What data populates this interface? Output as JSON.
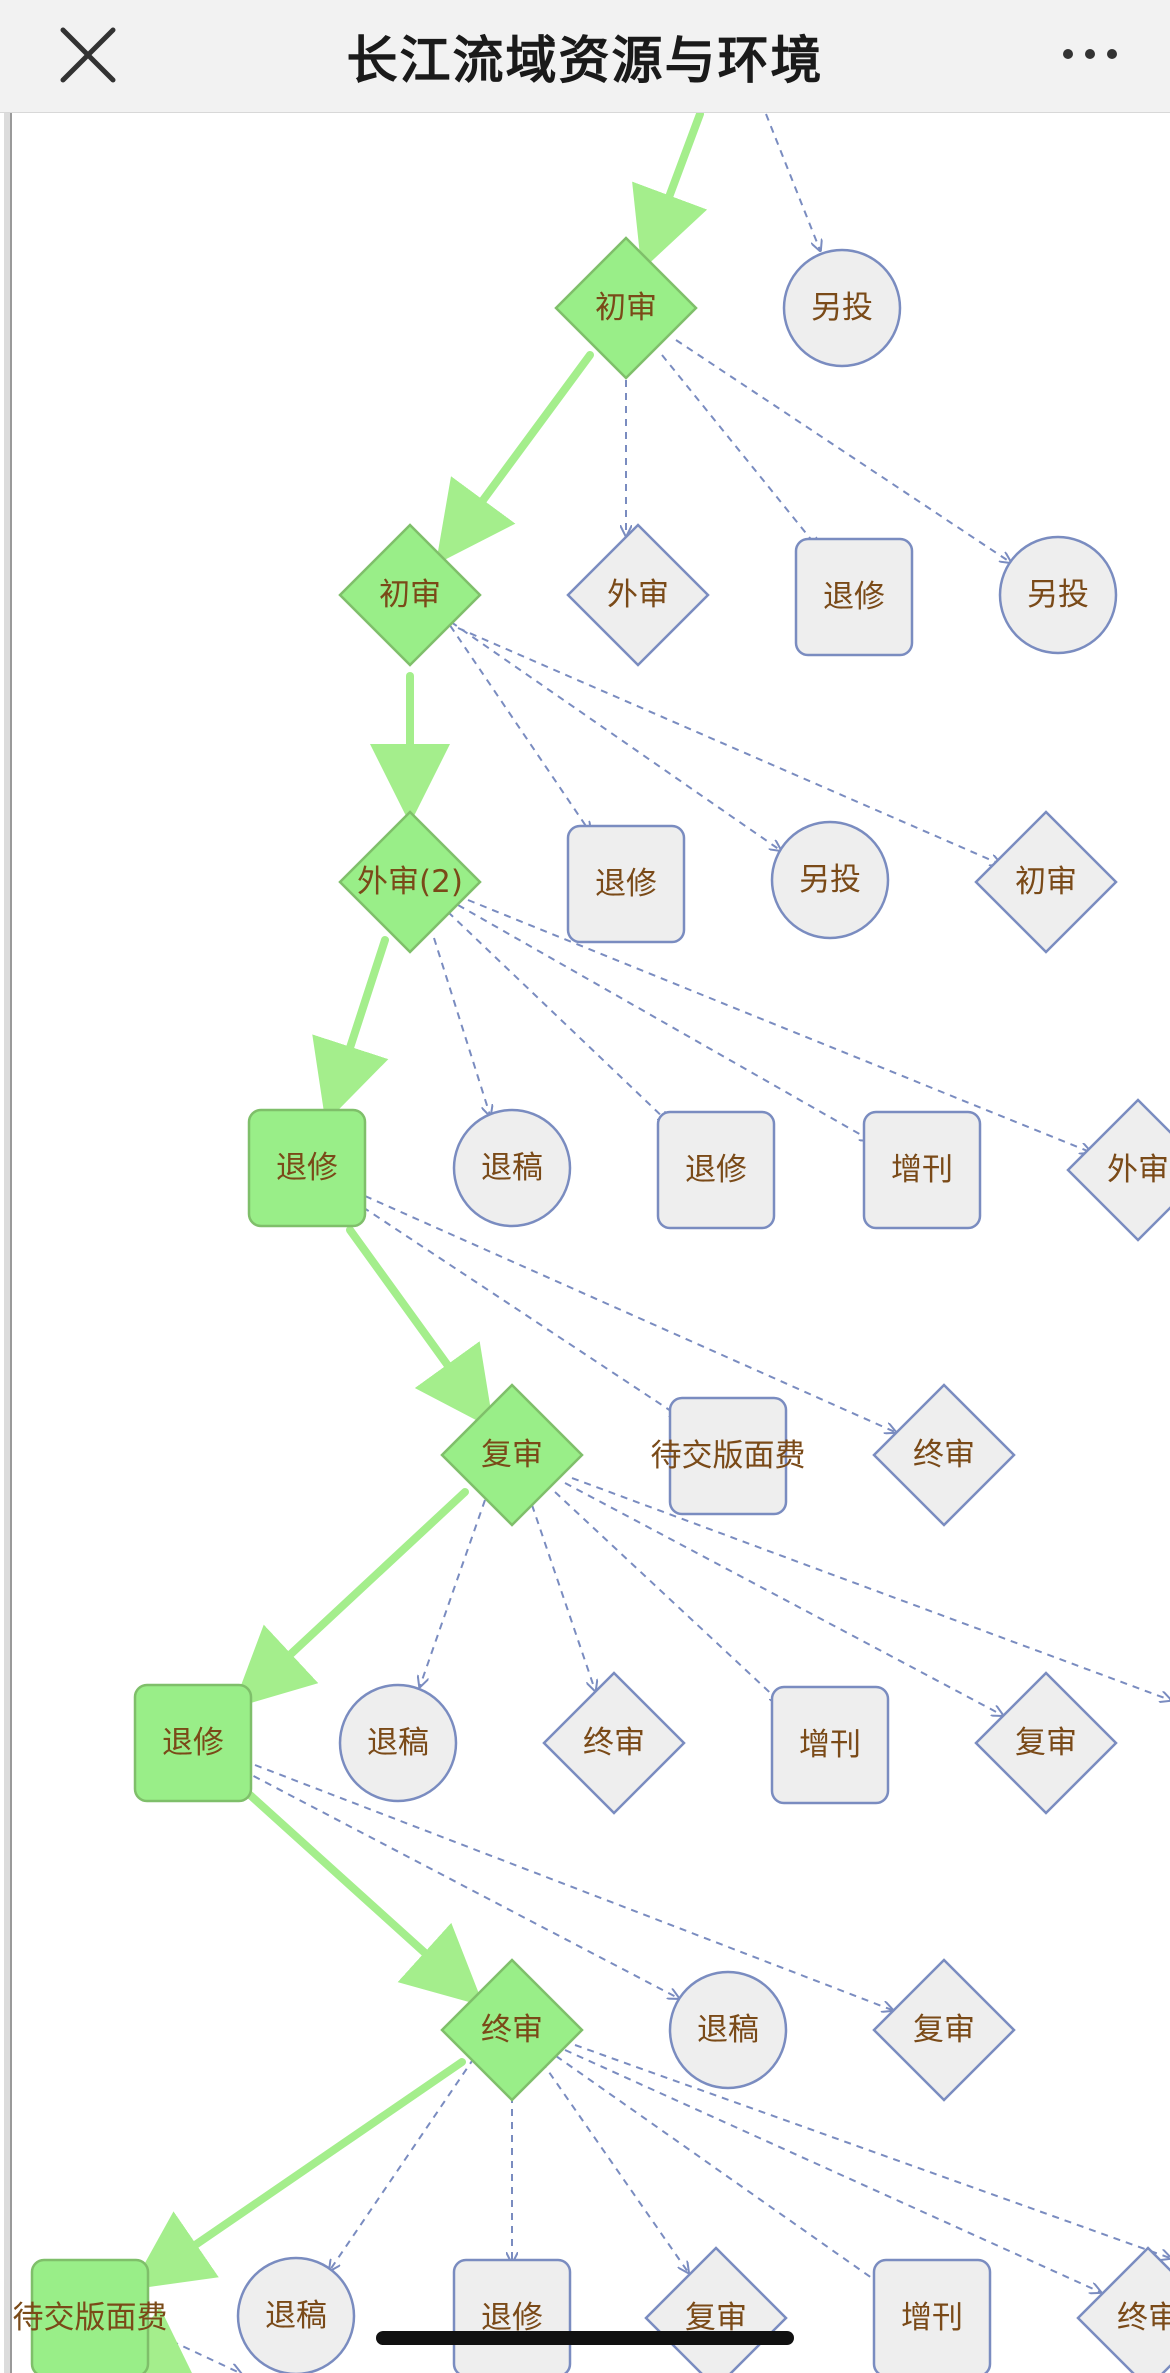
{
  "header": {
    "title": "长江流域资源与环境",
    "close_icon": "close-icon",
    "more_icon": "more-icon"
  },
  "colors": {
    "active_fill": "#99ee88",
    "active_stroke": "#7fbf6a",
    "active_edge": "#a4ee8c",
    "inactive_fill": "#eeeeee",
    "inactive_stroke": "#7a8cc0",
    "dashed_edge": "#7a8cc0",
    "label_text": "#7a4a18"
  },
  "flow": {
    "nodes": [
      {
        "id": "n1",
        "label": "初审",
        "shape": "diamond",
        "active": true
      },
      {
        "id": "n2",
        "label": "另投",
        "shape": "circle",
        "active": false
      },
      {
        "id": "n3",
        "label": "初审",
        "shape": "diamond",
        "active": true
      },
      {
        "id": "n4",
        "label": "外审",
        "shape": "diamond",
        "active": false
      },
      {
        "id": "n5",
        "label": "退修",
        "shape": "rect",
        "active": false
      },
      {
        "id": "n6",
        "label": "另投",
        "shape": "circle",
        "active": false
      },
      {
        "id": "n7",
        "label": "外审(2)",
        "shape": "diamond",
        "active": true
      },
      {
        "id": "n8",
        "label": "退修",
        "shape": "rect",
        "active": false
      },
      {
        "id": "n9",
        "label": "另投",
        "shape": "circle",
        "active": false
      },
      {
        "id": "n10",
        "label": "初审",
        "shape": "diamond",
        "active": false
      },
      {
        "id": "n11",
        "label": "退修",
        "shape": "rect",
        "active": true
      },
      {
        "id": "n12",
        "label": "退稿",
        "shape": "circle",
        "active": false
      },
      {
        "id": "n13",
        "label": "退修",
        "shape": "rect",
        "active": false
      },
      {
        "id": "n14",
        "label": "增刊",
        "shape": "rect",
        "active": false
      },
      {
        "id": "n15",
        "label": "外审",
        "shape": "diamond",
        "active": false
      },
      {
        "id": "n16",
        "label": "复审",
        "shape": "diamond",
        "active": true
      },
      {
        "id": "n17",
        "label": "待交版面费",
        "shape": "rect",
        "active": false
      },
      {
        "id": "n18",
        "label": "终审",
        "shape": "diamond",
        "active": false
      },
      {
        "id": "n19",
        "label": "退修",
        "shape": "rect",
        "active": true
      },
      {
        "id": "n20",
        "label": "退稿",
        "shape": "circle",
        "active": false
      },
      {
        "id": "n21",
        "label": "终审",
        "shape": "diamond",
        "active": false
      },
      {
        "id": "n22",
        "label": "增刊",
        "shape": "rect",
        "active": false
      },
      {
        "id": "n23",
        "label": "复审",
        "shape": "diamond",
        "active": false
      },
      {
        "id": "n24",
        "label": "终审",
        "shape": "diamond",
        "active": true
      },
      {
        "id": "n25",
        "label": "退稿",
        "shape": "circle",
        "active": false
      },
      {
        "id": "n26",
        "label": "复审",
        "shape": "diamond",
        "active": false
      },
      {
        "id": "n27",
        "label": "待交版面费",
        "shape": "rect",
        "active": true
      },
      {
        "id": "n28",
        "label": "退稿",
        "shape": "circle",
        "active": false
      },
      {
        "id": "n29",
        "label": "退修",
        "shape": "rect",
        "active": false
      },
      {
        "id": "n30",
        "label": "复审",
        "shape": "diamond",
        "active": false
      },
      {
        "id": "n31",
        "label": "增刊",
        "shape": "rect",
        "active": false
      },
      {
        "id": "n32",
        "label": "终审",
        "shape": "diamond",
        "active": false
      }
    ]
  }
}
